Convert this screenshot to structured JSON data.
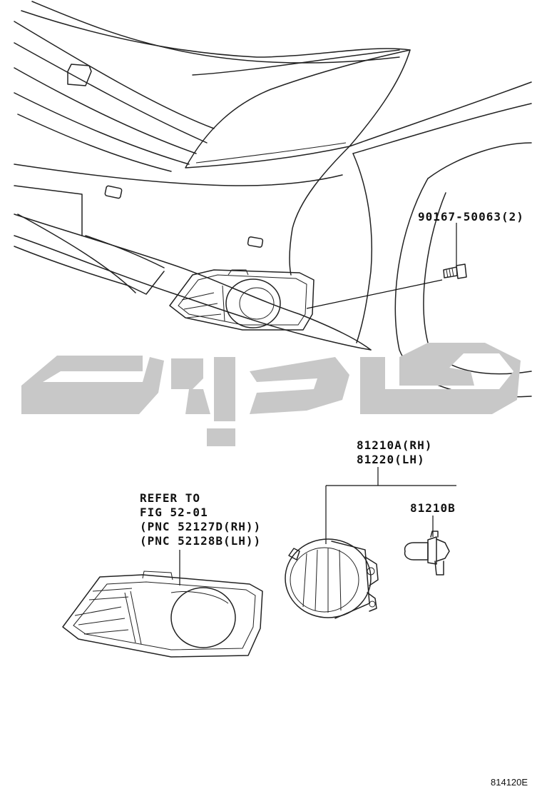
{
  "diagram": {
    "callouts": {
      "bolt": "90167-50063(2)",
      "foglamp_rh": "81210A(RH)",
      "foglamp_lh": "81220(LH)",
      "bulb": "81210B",
      "refer_1": "REFER TO",
      "refer_2": "FIG 52-01",
      "refer_3": "(PNC 52127D(RH))",
      "refer_4": "(PNC 52128B(LH))"
    },
    "figure_code": "814120E",
    "watermark": {
      "icon": "arabic-script-watermark",
      "color": "#c8c8c8"
    }
  }
}
